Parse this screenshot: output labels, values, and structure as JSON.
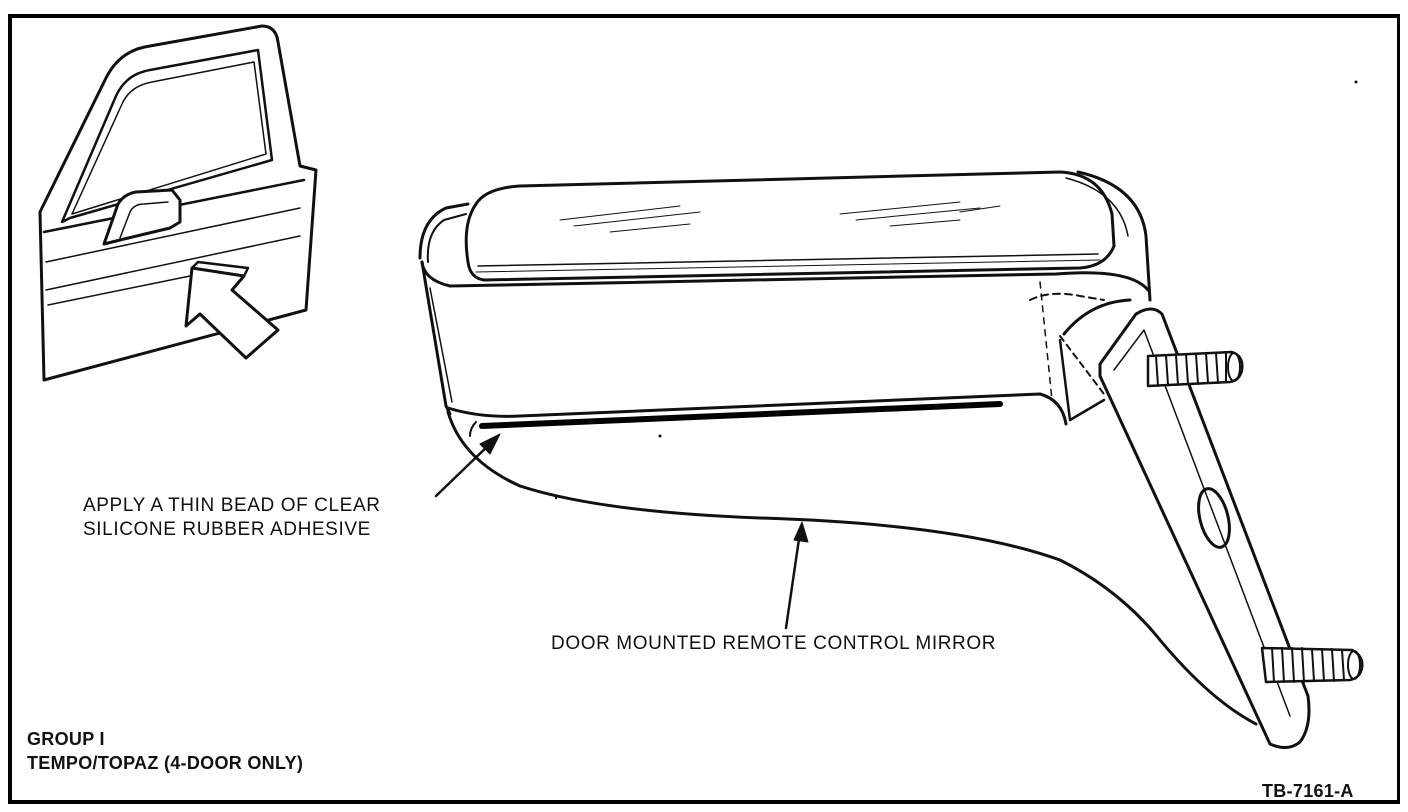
{
  "callouts": {
    "adhesive_line1": "APPLY A THIN BEAD OF CLEAR",
    "adhesive_line2": "SILICONE RUBBER ADHESIVE",
    "mirror": "DOOR MOUNTED REMOTE CONTROL MIRROR"
  },
  "caption": {
    "group": "GROUP I",
    "model": "TEMPO/TOPAZ (4-DOOR ONLY)"
  },
  "figure_id": "TB-7161-A",
  "colors": {
    "ink": "#111111",
    "paper": "#ffffff"
  }
}
